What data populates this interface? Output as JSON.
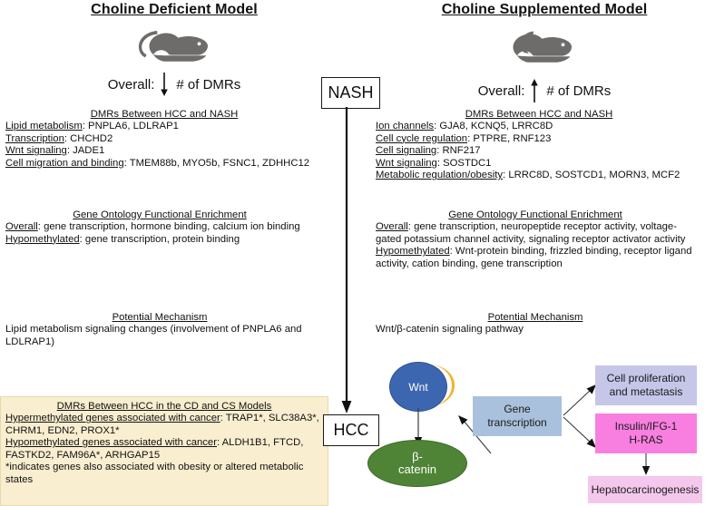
{
  "figure": {
    "left_column": {
      "title": "Choline Deficient Model",
      "mouse_icon": "mouse-icon",
      "overall": {
        "prefix": "Overall:",
        "arrow": "↓",
        "arrow_dir": "down",
        "suffix": "# of DMRs"
      },
      "dmr_section": {
        "heading": "DMRs Between HCC and NASH",
        "rows": [
          {
            "label": "Lipid metabolism",
            "value": ": PNPLA6, LDLRAP1"
          },
          {
            "label": "Transcription",
            "value": ": CHCHD2"
          },
          {
            "label": "Wnt signaling",
            "value": ": JADE1"
          },
          {
            "label": "Cell migration and binding",
            "value": ": TMEM88b, MYO5b, FSNC1, ZDHHC12"
          }
        ]
      },
      "go_section": {
        "heading": "Gene Ontology Functional Enrichment",
        "rows": [
          {
            "label": "Overall",
            "value": ": gene transcription, hormone binding, calcium ion binding"
          },
          {
            "label": "Hypomethylated",
            "value": ": gene transcription, protein binding"
          }
        ]
      },
      "mechanism_section": {
        "heading": "Potential Mechanism",
        "text": "Lipid metabolism signaling changes (involvement of PNPLA6 and LDLRAP1)"
      }
    },
    "right_column": {
      "title": "Choline Supplemented Model",
      "mouse_icon": "mouse-icon",
      "overall": {
        "prefix": "Overall:",
        "arrow": "↑",
        "arrow_dir": "up",
        "suffix": "# of DMRs"
      },
      "dmr_section": {
        "heading": "DMRs Between HCC and NASH",
        "rows": [
          {
            "label": "Ion channels",
            "value": ": GJA8, KCNQ5, LRRC8D"
          },
          {
            "label": "Cell cycle regulation",
            "value": ": PTPRE, RNF123"
          },
          {
            "label": "Cell signaling",
            "value": ": RNF217"
          },
          {
            "label": "Wnt signaling",
            "value": ": SOSTDC1"
          },
          {
            "label": "Metabolic regulation/obesity",
            "value": ": LRRC8D, SOSTCD1, MORN3, MCF2"
          }
        ]
      },
      "go_section": {
        "heading": "Gene Ontology Functional Enrichment",
        "rows": [
          {
            "label": "Overall",
            "value": ": gene transcription, neuropeptide receptor activity, voltage-gated potassium channel activity, signaling receptor activator activity"
          },
          {
            "label": "Hypomethylated",
            "value": ": Wnt-protein binding, frizzled binding, receptor ligand activity, cation binding, gene transcription"
          }
        ]
      },
      "mechanism_section": {
        "heading": "Potential Mechanism",
        "text": "Wnt/β-catenin signaling pathway"
      }
    },
    "center": {
      "nash_box": "NASH",
      "hcc_box": "HCC"
    },
    "bottom_panel": {
      "heading": "DMRs Between HCC in the CD and CS Models",
      "rows": [
        {
          "label": "Hypermethylated genes associated with cancer",
          "value": ": TRAP1*, SLC38A3*, CHRM1, EDN2, PROX1*"
        },
        {
          "label": "Hypomethylated genes associated with cancer",
          "value": ": ALDH1B1, FTCD, FASTKD2, FAM96A*, ARHGAP15"
        }
      ],
      "footnote": "*indicates genes also associated with obesity or altered metabolic states",
      "bg_color": "#faeed0"
    },
    "pathway": {
      "wnt": {
        "label": "Wnt",
        "color": "#3d66b0"
      },
      "wnt_crescent_color": "#f2b325",
      "beta_catenin": {
        "label_line1": "β-",
        "label_line2": "catenin",
        "color": "#4f8336"
      },
      "gene_transcription": {
        "label_line1": "Gene",
        "label_line2": "transcription",
        "color": "#a9c1dc"
      },
      "cell_proliferation": {
        "label_line1": "Cell proliferation",
        "label_line2": "and metastasis",
        "color": "#c5c6e8"
      },
      "insulin": {
        "label_line1": "Insulin/IFG-1",
        "label_line2": "H-RAS",
        "color": "#f87fe0"
      },
      "hepatocarcinogenesis": {
        "label": "Hepatocarcinogenesis",
        "color": "#f4c8ec"
      }
    }
  }
}
